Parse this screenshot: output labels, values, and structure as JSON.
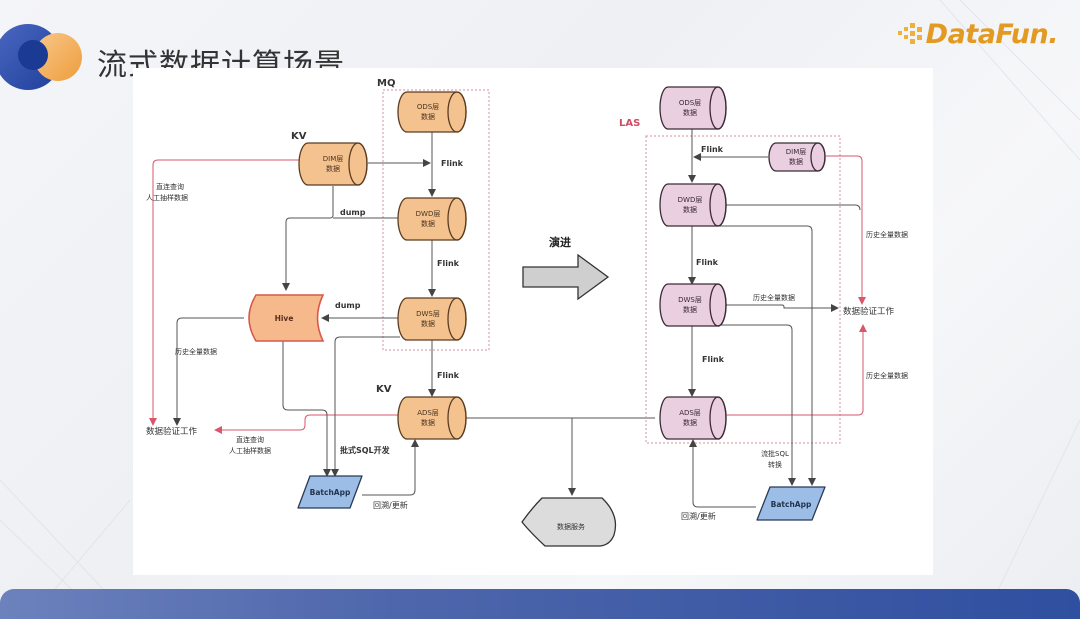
{
  "header": {
    "title": "流式数据计算场景",
    "brand": "DataFun."
  },
  "colors": {
    "orange_fill": "#f4c28e",
    "orange_stroke": "#5a3d22",
    "hive_fill": "#f6b98b",
    "hive_stroke": "#d9584a",
    "pink_fill": "#e9cfe0",
    "pink_stroke": "#3d2a36",
    "batch_fill": "#9bbde6",
    "service_fill": "#dcdcdc",
    "red_line": "#d9576a",
    "gray_line": "#555555",
    "accent_blue": "#2f4fa0",
    "accent_orange": "#f0a646"
  },
  "left": {
    "mq_label": "MQ",
    "kv_top_label": "KV",
    "kv_bottom_label": "KV",
    "ods": [
      "ODS层",
      "数据"
    ],
    "dim": [
      "DIM层",
      "数据"
    ],
    "dwd": [
      "DWD层",
      "数据"
    ],
    "dws": [
      "DWS层",
      "数据"
    ],
    "ads": [
      "ADS层",
      "数据"
    ],
    "hive": "Hive",
    "batchapp": "BatchApp",
    "flink1": "Flink",
    "flink2": "Flink",
    "flink3": "Flink",
    "dump1": "dump",
    "dump2": "dump",
    "direct_query_top": [
      "直连查询",
      "人工抽样数据"
    ],
    "direct_query_bottom": [
      "直连查询",
      "人工抽样数据"
    ],
    "history_full": "历史全量数据",
    "validation": "数据验证工作",
    "batch_sql": "批式SQL开发",
    "backfill": "回溯/更新"
  },
  "middle": {
    "evolve_label": "演进",
    "data_service": "数据服务"
  },
  "right": {
    "las_label": "LAS",
    "ods": [
      "ODS层",
      "数据"
    ],
    "dim": [
      "DIM层",
      "数据"
    ],
    "dwd": [
      "DWD层",
      "数据"
    ],
    "dws": [
      "DWS层",
      "数据"
    ],
    "ads": [
      "ADS层",
      "数据"
    ],
    "batchapp": "BatchApp",
    "flink1": "Flink",
    "flink2": "Flink",
    "flink3": "Flink",
    "history_full_1": "历史全量数据",
    "history_full_2": "历史全量数据",
    "history_full_3": "历史全量数据",
    "validation": "数据验证工作",
    "stream_batch_sql": [
      "流批SQL",
      "转换"
    ],
    "backfill": "回溯/更新"
  }
}
